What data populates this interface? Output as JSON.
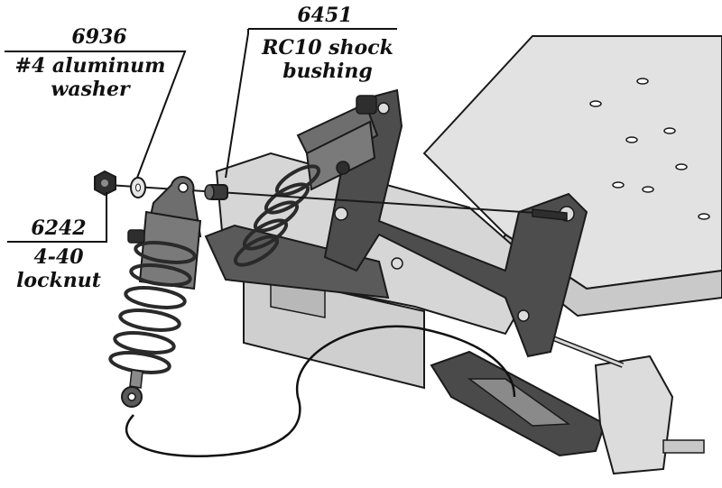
{
  "callouts": {
    "washer": {
      "part_no": "6936",
      "desc_1": "#4 aluminum",
      "desc_2": "washer"
    },
    "bushing": {
      "part_no": "6451",
      "desc_1": "RC10 shock",
      "desc_2": "bushing"
    },
    "locknut": {
      "part_no": "6242",
      "desc_1": "4-40",
      "desc_2": "locknut"
    }
  },
  "colors": {
    "outline": "#1a1a1a",
    "chassis_light": "#e2e2e2",
    "chassis_mid": "#bcbcbc",
    "part_dark": "#5a5a5a",
    "part_black": "#2e2e2e",
    "shock_body": "#6e6e6e"
  }
}
